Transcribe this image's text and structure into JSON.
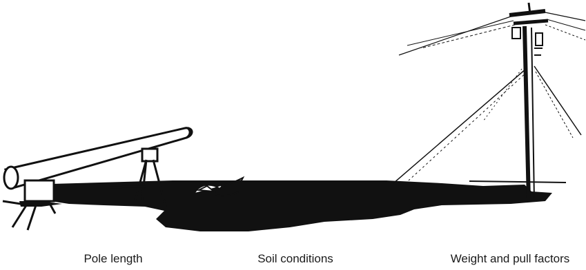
{
  "captions": {
    "pole_length": "Pole length",
    "soil_conditions": "Soil conditions",
    "weight_and_pull": "Weight and pull factors"
  },
  "colors": {
    "ink": "#111111",
    "background": "#ffffff"
  }
}
